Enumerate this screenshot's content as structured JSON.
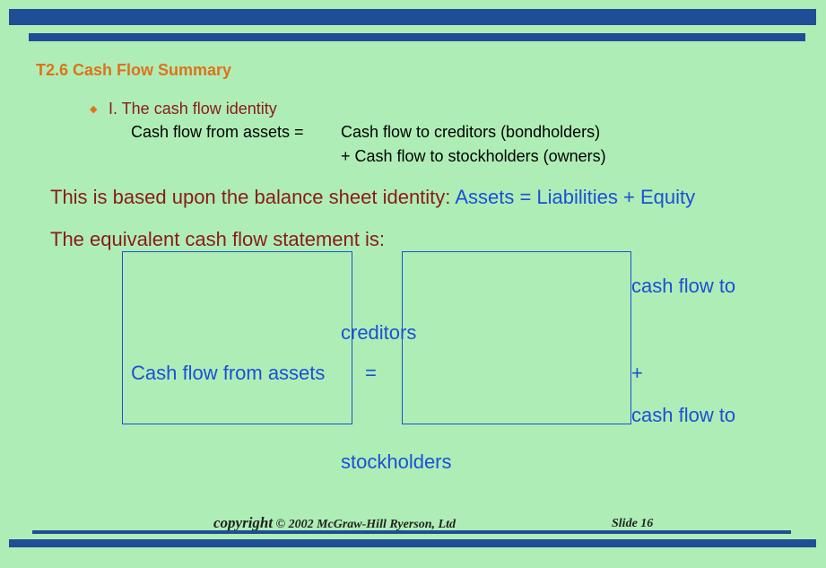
{
  "slide": {
    "title": "T2.6   Cash Flow Summary",
    "bullet": {
      "label": "I.  The cash flow identity",
      "lhs": "Cash flow from assets =",
      "rhs_line1": "Cash flow to creditors (bondholders)",
      "rhs_line2": "+ Cash flow to stockholders (owners)"
    },
    "balance_prefix": "This is based upon the balance sheet identity:",
    "balance_identity": "Assets = Liabilities  + Equity",
    "equivalent": "The equivalent cash flow statement is:",
    "equation": {
      "cf_creditors_1": "cash flow to",
      "cf_creditors_2": "creditors",
      "lhs": "Cash flow from assets",
      "equals": "=",
      "plus": "+",
      "cf_stock_1": "cash flow to",
      "cf_stock_2": "stockholders"
    }
  },
  "footer": {
    "copyright_word": "copyright",
    "copyright_rest": "© 2002 McGraw-Hill Ryerson, Ltd",
    "slide_number": "Slide 16"
  },
  "colors": {
    "background": "#aeeeb6",
    "bars": "#1f4e96",
    "title": "#e0711b",
    "dark_red": "#8b1a1a",
    "blue": "#1c4fd8"
  },
  "icons": {
    "bullet": "diamond-bullet-icon"
  }
}
